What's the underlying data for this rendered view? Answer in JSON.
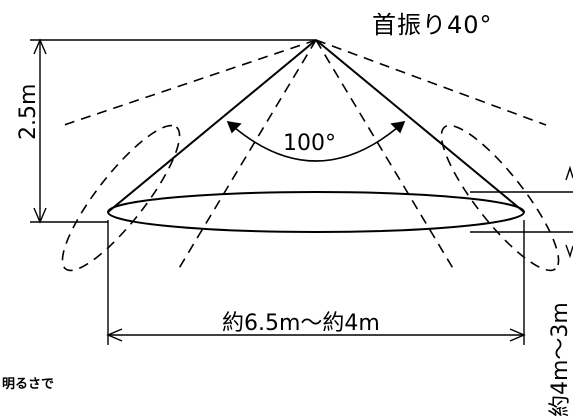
{
  "diagram": {
    "swing_label": "首振り40°",
    "cone_angle_label": "100°",
    "height_label": "2.5m",
    "width_label": "約6.5m～約4m",
    "side_label": "約4m～3m",
    "footnote_label": "明るさで"
  }
}
